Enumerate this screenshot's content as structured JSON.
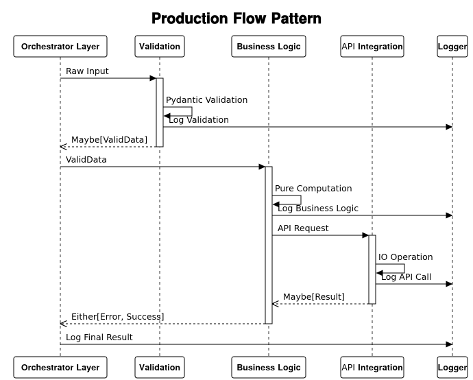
{
  "title": "𝐏𝐫𝐨𝐝𝐮𝐜𝐭𝐢𝐨𝐧 𝐅𝐥𝐨𝐰 𝐏𝐚𝐭𝐭𝐞𝐫𝐧",
  "participants": [
    {
      "id": "orchestrator",
      "label": "𝐎𝐫𝐜𝐡𝐞𝐬𝐭𝐫𝐚𝐭𝐨𝐫 𝐋𝐚𝐲𝐞𝐫"
    },
    {
      "id": "validator",
      "label": "𝐕𝐚𝐥𝐢𝐝𝐚𝐭𝐢𝐨𝐧"
    },
    {
      "id": "business",
      "label": "𝐁𝐮𝐬𝐢𝐧𝐞𝐬𝐬 𝐋𝐨𝐠𝐢𝐜"
    },
    {
      "id": "api",
      "label": "API 𝐈𝐧𝐭𝐞𝐠𝐫𝐚𝐭𝐢𝐨𝐧"
    },
    {
      "id": "logger",
      "label": "𝐋𝐨𝐠𝐠𝐞𝐫"
    }
  ],
  "messages": [
    {
      "from": "orchestrator",
      "to": "validator",
      "label": "Raw Input",
      "style": "solid"
    },
    {
      "from": "validator",
      "to": "validator",
      "label": "Pydantic Validation",
      "style": "solid"
    },
    {
      "from": "validator",
      "to": "logger",
      "label": "Log Validation",
      "style": "solid"
    },
    {
      "from": "validator",
      "to": "orchestrator",
      "label": "Maybe[ValidData]",
      "style": "dashed"
    },
    {
      "from": "orchestrator",
      "to": "business",
      "label": "ValidData",
      "style": "solid"
    },
    {
      "from": "business",
      "to": "business",
      "label": "Pure Computation",
      "style": "solid"
    },
    {
      "from": "business",
      "to": "logger",
      "label": "Log Business Logic",
      "style": "solid"
    },
    {
      "from": "business",
      "to": "api",
      "label": "API Request",
      "style": "solid"
    },
    {
      "from": "api",
      "to": "api",
      "label": "IO Operation",
      "style": "solid"
    },
    {
      "from": "api",
      "to": "logger",
      "label": "Log API Call",
      "style": "solid"
    },
    {
      "from": "api",
      "to": "business",
      "label": "Maybe[Result]",
      "style": "dashed"
    },
    {
      "from": "business",
      "to": "orchestrator",
      "label": "Either[Error, Success]",
      "style": "dashed"
    },
    {
      "from": "orchestrator",
      "to": "logger",
      "label": "Log Final Result",
      "style": "solid"
    }
  ],
  "activations": [
    {
      "participant": "validator",
      "from_message": 0,
      "to_message": 3
    },
    {
      "participant": "business",
      "from_message": 4,
      "to_message": 11
    },
    {
      "participant": "api",
      "from_message": 7,
      "to_message": 10
    }
  ]
}
